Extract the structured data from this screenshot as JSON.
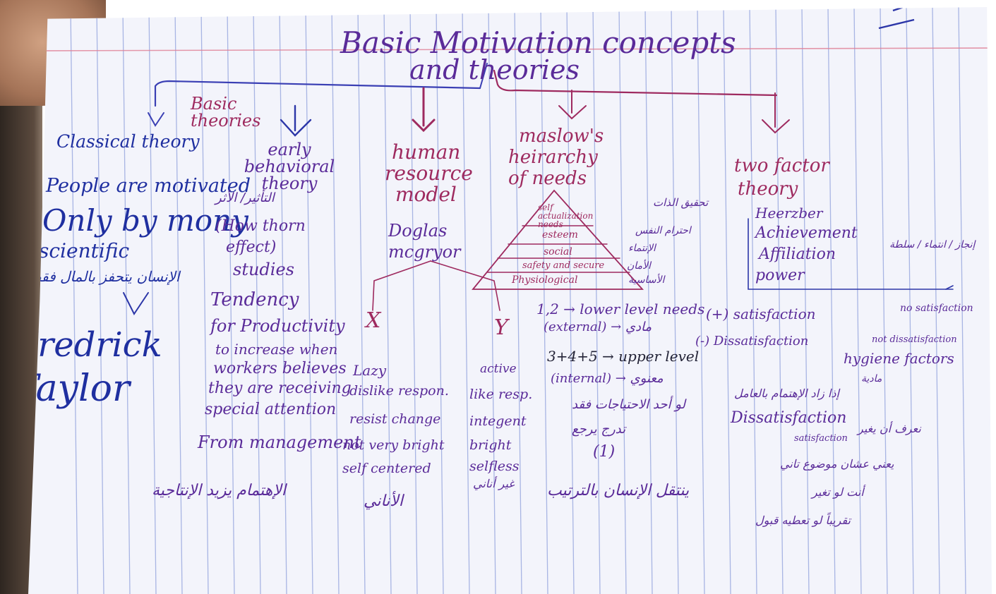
{
  "colors": {
    "paper": "#f3f4fb",
    "rule_line": "#8fa0dc",
    "margin_line": "#e07f95",
    "ink_blue": "#1f2fa0",
    "ink_red": "#9e2a5f",
    "ink_purple": "#5a2b99"
  },
  "title": {
    "line1": "Basic Motivation concepts",
    "line2": "and theories"
  },
  "branches": {
    "basic": {
      "heading": "Basic theories"
    },
    "classical": {
      "heading": "Classical theory",
      "l1": "People are motivated",
      "l2": "Only by mony",
      "l3": "scientific",
      "arabic": "الإنسان يتحفز بالمال فقط",
      "name1": "Fredrick",
      "name2": "Taylor"
    },
    "early": {
      "heading": "early behavioral theory",
      "arabic1": "التأثير/ الأثر",
      "l1": "(How thorn",
      "l2": "effect)",
      "l3": "studies",
      "l4": "Tendency",
      "l5": "for Productivity",
      "l6": "to increase when",
      "l7": "workers believes",
      "l8": "they are receiving",
      "l9": "special attention",
      "l10": "From management",
      "arabic2": "الإهتمام يزيد الإنتاجية"
    },
    "human": {
      "heading1": "human",
      "heading2": "resource",
      "heading3": "model",
      "author1": "Doglas",
      "author2": "mcgryor",
      "x_label": "X",
      "x_tag": "Lazy",
      "x_items": [
        "dislike respon.",
        "resist change",
        "not very bright",
        "self centered"
      ],
      "x_arabic": "الأناني",
      "y_label": "Y",
      "y_tag": "active",
      "y_items": [
        "like resp.",
        "integent",
        "bright",
        "selfless"
      ],
      "y_arabic": "غير أناني"
    },
    "maslow": {
      "heading1": "maslow's",
      "heading2": "heirarchy",
      "heading3": "of needs",
      "levels": [
        "self actualization needs",
        "esteem",
        "social",
        "safety and secure",
        "Physiological"
      ],
      "arabic_levels": [
        "تحقيق الذات",
        "احترام النفس",
        "الإنتماء",
        "الأمان",
        "الأساسية"
      ],
      "lower": "1,2 → lower level needs",
      "external": "(external) → مادي",
      "upper": "3+4+5 → upper level",
      "internal": "(internal) → معنوي",
      "arabic_notes": [
        "لو أحد الاحتياجات فقد",
        "تدرج يرجع",
        "(1)"
      ],
      "arabic_footer": "ينتقل الإنسان بالترتيب"
    },
    "two_factor": {
      "heading1": "two factor",
      "heading2": "theory",
      "author": "Heerzber",
      "items": [
        "Achievement",
        "Affiliation",
        "power"
      ],
      "arabic_side": "إنجاز / انتماء / سلطة",
      "satisfaction": "(+) satisfaction",
      "no_satisfaction": "no satisfaction",
      "dissatisfaction": "(-) Dissatisfaction",
      "not_dissatisfaction": "not dissatisfaction",
      "hygiene": "hygiene factors",
      "hygiene_arabic": "مادية",
      "notes": [
        "Dissatisfaction",
        "satisfaction"
      ],
      "arabic_notes": [
        "إذا زاد الإهتمام بالعامل",
        "نعرف أن يغير",
        "يعني عشان موضوع تاني",
        "أنت لو تغير",
        "تقريباً لو تعطيه قبول"
      ]
    }
  }
}
